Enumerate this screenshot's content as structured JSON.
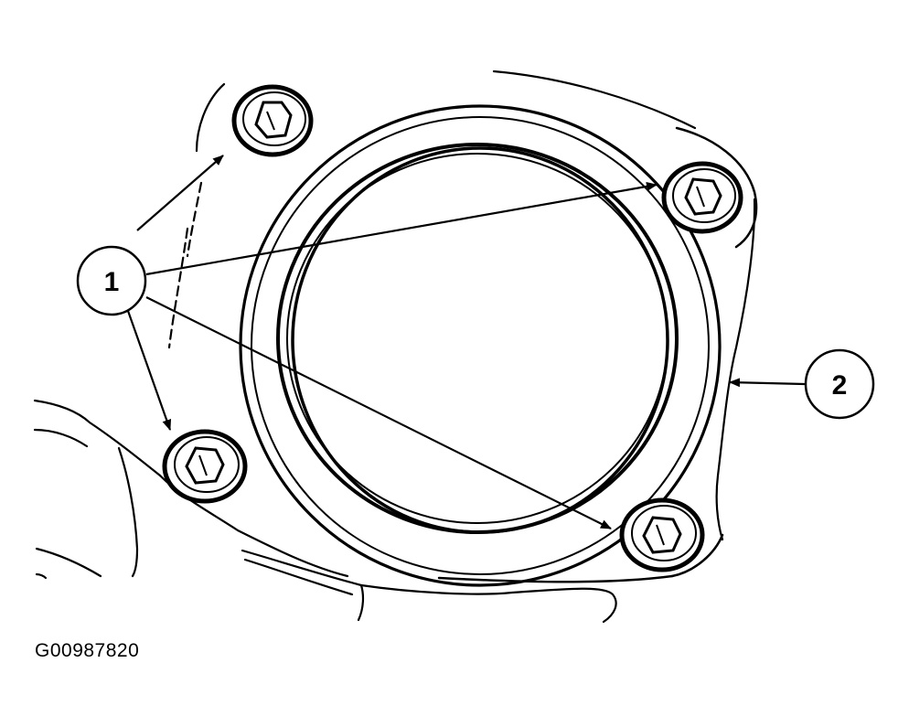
{
  "figure_id": "G00987820",
  "callouts": [
    {
      "number": "1",
      "targets": [
        "bolt-top-left",
        "bolt-top-right",
        "bolt-bottom-left",
        "bolt-bottom-right"
      ]
    },
    {
      "number": "2",
      "targets": [
        "throttle-body-flange"
      ]
    }
  ],
  "colors": {
    "line": "#000000",
    "background": "#ffffff"
  }
}
